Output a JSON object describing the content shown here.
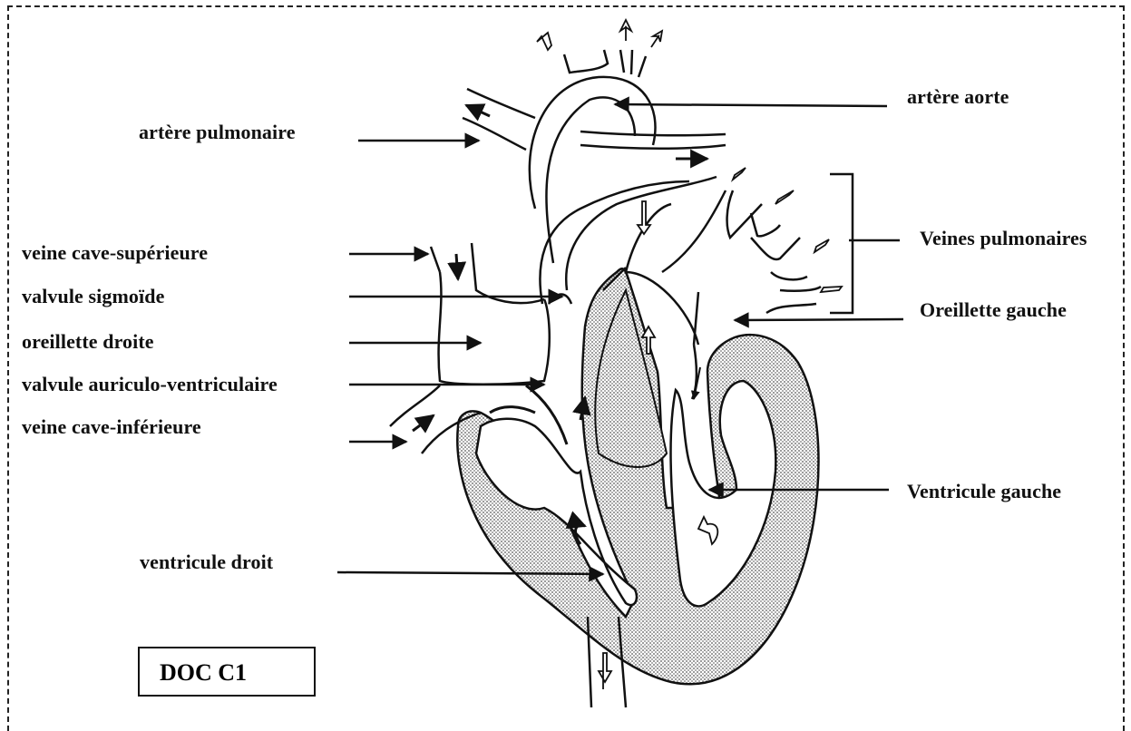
{
  "labels": {
    "arteria_aorta": "artère aorte",
    "arteria_pulmonaire": "artère pulmonaire",
    "veines_pulmonaires": "Veines pulmonaires",
    "veine_cave_superieure": "veine cave-supérieure",
    "valvule_sigmoide": "valvule sigmoïde",
    "oreillette_gauche": "Oreillette gauche",
    "oreillette_droite": "oreillette droite",
    "valvule_auriculo_ventriculaire": "valvule auriculo-ventriculaire",
    "veine_cave_inferieure": "veine cave-inférieure",
    "ventricule_gauche": "Ventricule gauche",
    "ventricule_droit": "ventricule droit"
  },
  "doc_label": "DOC C1",
  "colors": {
    "ink": "#111111",
    "muscle_fill": "#d6d6d6"
  }
}
